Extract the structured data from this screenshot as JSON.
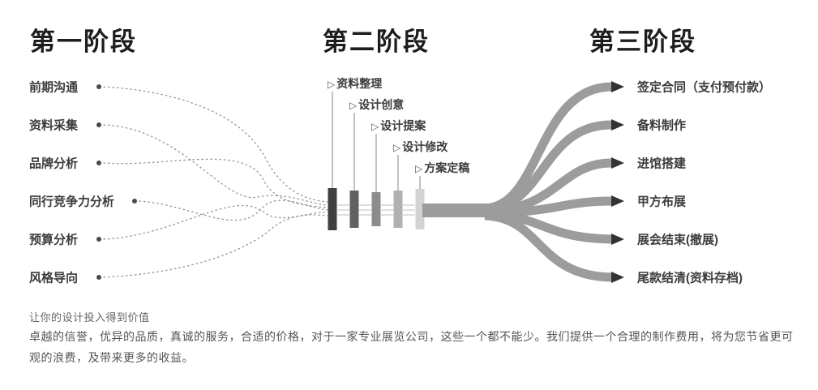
{
  "phase1": {
    "title": "第一阶段",
    "items": [
      "前期沟通",
      "资料采集",
      "品牌分析",
      "同行竞争力分析",
      "预算分析",
      "风格导向"
    ]
  },
  "phase2": {
    "title": "第二阶段",
    "marker": "▷",
    "items": [
      "资料整理",
      "设计创意",
      "设计提案",
      "设计修改",
      "方案定稿"
    ]
  },
  "phase3": {
    "title": "第三阶段",
    "items": [
      "签定合同（支付预付款）",
      "备料制作",
      "进馆搭建",
      "甲方布展",
      "展会结束(撤展)",
      "尾款结清(资料存档)"
    ]
  },
  "footer": {
    "headline": "让你的设计投入得到价值",
    "body": "卓越的信誉，优异的品质，真诚的服务，合适的价格，对于一家专业展览公司，这些一个都不能少。我们提供一个合理的制作费用，将为您节省更可观的浪费，及带来更多的收益。"
  },
  "colors": {
    "dotted": "#949494",
    "dot": "#4a4a4a",
    "flow": "#9c9c9c",
    "arrow": "#333333",
    "connector": "#9a9a9a",
    "hatch": "#b5b5b5",
    "bars": [
      "#3f3f3f",
      "#606060",
      "#8c8c8c",
      "#b1b1b1",
      "#d3d3d3"
    ],
    "text_dark": "#3c3c3c"
  }
}
